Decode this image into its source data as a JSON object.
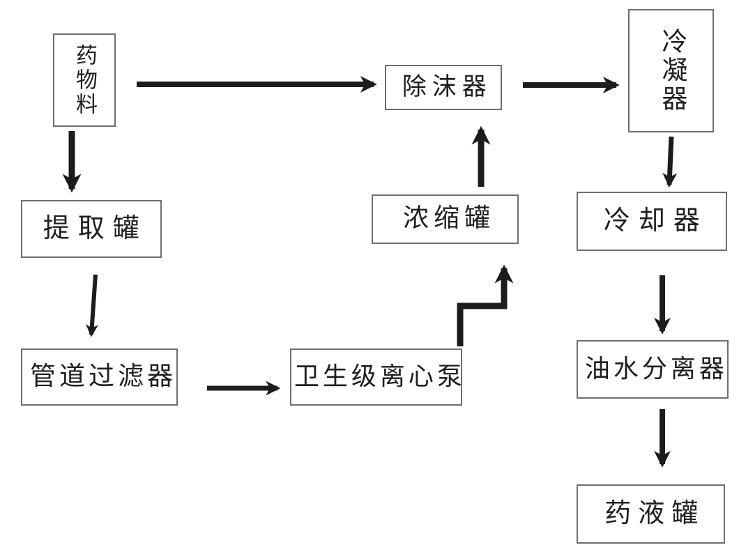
{
  "diagram": {
    "type": "flowchart",
    "language": "zh-CN",
    "nodes": [
      {
        "id": "drug-material",
        "label": "药物料",
        "orientation": "vertical"
      },
      {
        "id": "extraction-tank",
        "label": "提取罐",
        "orientation": "horizontal"
      },
      {
        "id": "pipeline-filter",
        "label": "管道过滤器",
        "orientation": "horizontal"
      },
      {
        "id": "sanitary-centrifugal-pump",
        "label": "卫生级离心泵",
        "orientation": "horizontal"
      },
      {
        "id": "concentration-tank",
        "label": "浓缩罐",
        "orientation": "horizontal"
      },
      {
        "id": "demister",
        "label": "除沫器",
        "orientation": "horizontal"
      },
      {
        "id": "condenser",
        "label": "冷凝器",
        "orientation": "vertical"
      },
      {
        "id": "cooler",
        "label": "冷却器",
        "orientation": "horizontal"
      },
      {
        "id": "oil-water-separator",
        "label": "油水分离器",
        "orientation": "horizontal"
      },
      {
        "id": "liquid-medicine-tank",
        "label": "药液罐",
        "orientation": "horizontal"
      }
    ],
    "edges": [
      {
        "from": "药物料",
        "to": "除沫器"
      },
      {
        "from": "药物料",
        "to": "提取罐"
      },
      {
        "from": "提取罐",
        "to": "管道过滤器"
      },
      {
        "from": "管道过滤器",
        "to": "卫生级离心泵"
      },
      {
        "from": "卫生级离心泵",
        "to": "浓缩罐"
      },
      {
        "from": "浓缩罐",
        "to": "除沫器"
      },
      {
        "from": "除沫器",
        "to": "冷凝器"
      },
      {
        "from": "冷凝器",
        "to": "冷却器"
      },
      {
        "from": "冷却器",
        "to": "油水分离器"
      },
      {
        "from": "油水分离器",
        "to": "药液罐"
      }
    ],
    "colors": {
      "arrow": "#1c1c1c",
      "box_border": "#6e6e6e",
      "text": "#1f1f1f",
      "background": "#ffffff"
    }
  }
}
